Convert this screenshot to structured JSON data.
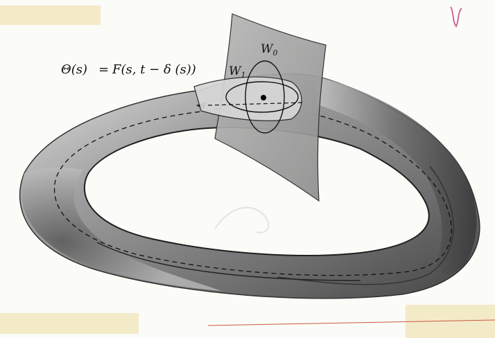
{
  "equation": {
    "theta": "Θ(s)",
    "equals": "=",
    "rhs": "F(s, t − δ (s))"
  },
  "labels": {
    "w1": "W",
    "w1_sub": "1",
    "w0": "W",
    "w0_sub": "0"
  },
  "colors": {
    "paper": "#fbfbf7",
    "tape": "#f1e6bf",
    "torus_dark": "#3a3a3a",
    "torus_mid": "#8e8e8e",
    "torus_light": "#d9d9d9",
    "plane": "#9b9b9b",
    "ink": "#111111",
    "pink_ink": "#d06a9a",
    "red_line": "#c9593f"
  }
}
